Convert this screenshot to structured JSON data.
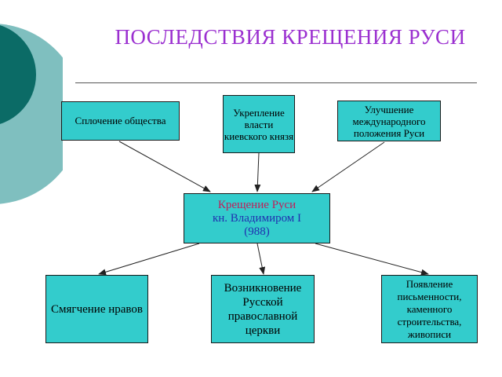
{
  "title": "ПОСЛЕДСТВИЯ КРЕЩЕНИЯ РУСИ",
  "boxes": {
    "unity": "Сплочение общества",
    "power": "Укрепление власти киевского князя",
    "international": "Улучшение международного положения Руси",
    "center": {
      "line1": "Крещение Руси",
      "line2": "кн. Владимиром I",
      "line3": "(988)"
    },
    "softening": "Смягчение нравов",
    "church": "Возникновение Русской православной церкви",
    "writing": "Появление письменности, каменного строительства, живописи"
  },
  "colors": {
    "box_fill": "#33cccc",
    "title": "#9b30d0",
    "center_line1": "#c0205a",
    "center_line2": "#2030b0"
  }
}
